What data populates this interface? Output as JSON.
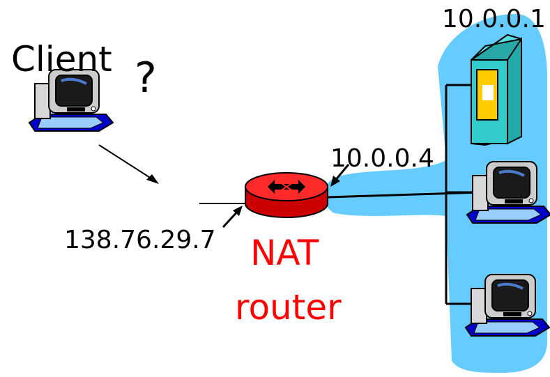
{
  "labels": {
    "client": "Client",
    "question": "?",
    "server_ip": "10.0.0.1",
    "router_inside_ip": "10.0.0.4",
    "router_outside_ip": "138.76.29.7",
    "router_line1": "NAT",
    "router_line2": "router"
  },
  "colors": {
    "private_network": "#66ccff",
    "router_body": "#ff0000",
    "router_label": "#ff0000",
    "server_body": "#33cccc",
    "server_panel": "#ffcc00",
    "computer_base": "#0000cc",
    "line": "#000000"
  },
  "icons": [
    "computer-icon",
    "server-icon",
    "router-icon"
  ]
}
